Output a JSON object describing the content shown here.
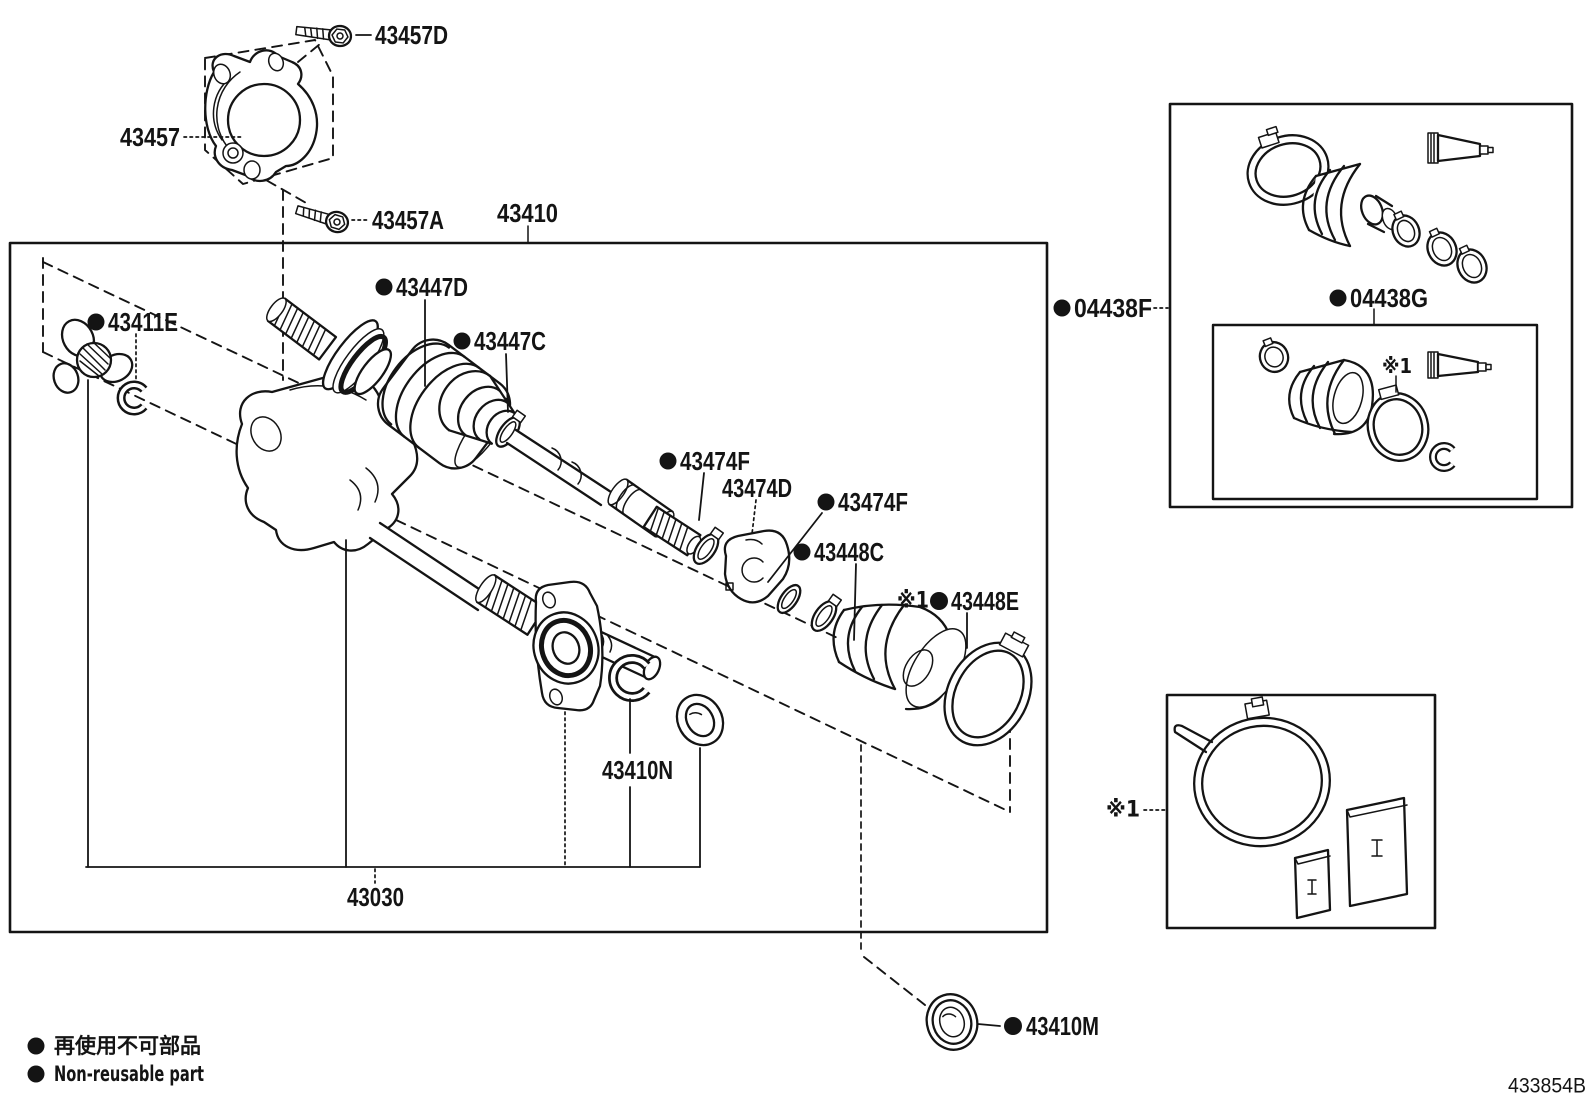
{
  "diagram": {
    "doc_number": "433854B",
    "ink_color": "#141414",
    "background": "#ffffff",
    "note_symbol": "※1",
    "non_reusable_marker": "●",
    "legend": {
      "jp": "再使用不可部品",
      "en": "Non-reusable part"
    },
    "labels": {
      "n43457": "43457",
      "n43457D": "43457D",
      "n43457A": "43457A",
      "n43410": "43410",
      "n43411E": "43411E",
      "n43447D": "43447D",
      "n43447C": "43447C",
      "n43474F": "43474F",
      "n43474D": "43474D",
      "n43448C": "43448C",
      "n43448E": "43448E",
      "n04438F": "04438F",
      "n04438G": "04438G",
      "n43410N": "43410N",
      "n43030": "43030",
      "n43410M": "43410M"
    }
  }
}
